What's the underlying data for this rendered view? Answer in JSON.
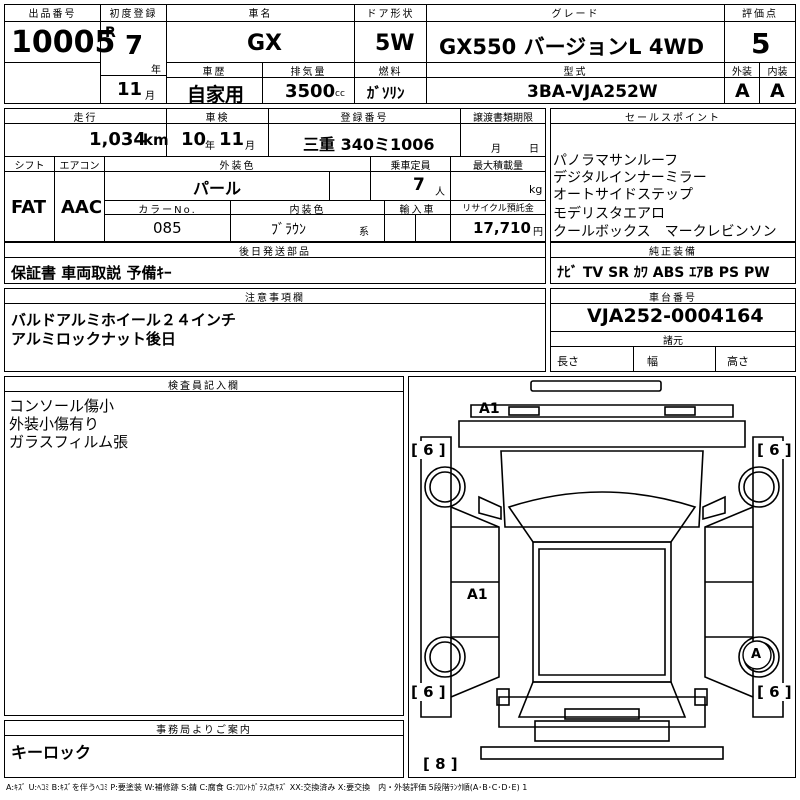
{
  "header": {
    "lot_label": "出品番号",
    "lot": "10005",
    "first_reg_label": "初度登録",
    "reg_era": "R",
    "reg_year": "7",
    "year_unit": "年",
    "reg_month": "11",
    "month_unit": "月",
    "model_label": "車名",
    "model": "GX",
    "door_label": "ドア形状",
    "door": "5W",
    "grade_label": "グレード",
    "grade": "GX550 バージョンL 4WD",
    "score_label": "評価点",
    "score": "5",
    "history_label": "車歴",
    "history": "自家用",
    "displacement_label": "排気量",
    "displacement": "3500",
    "cc": "cc",
    "fuel_label": "燃料",
    "fuel": "ｶﾞｿﾘﾝ",
    "type_label": "型式",
    "type": "3BA-VJA252W",
    "ext_label": "外装",
    "ext": "A",
    "int_label": "内装",
    "int": "A"
  },
  "row2": {
    "mileage_label": "走行",
    "mileage": "1,034",
    "km": "km",
    "inspection_label": "車検",
    "insp_year": "10",
    "insp_year_unit": "年",
    "insp_month": "11",
    "insp_month_unit": "月",
    "plate_label": "登録番号",
    "plate": "三重 340ミ1006",
    "transfer_label": "譲渡書類期限",
    "transfer_month": "月",
    "transfer_day": "日",
    "shift_label": "シフト",
    "shift": "FAT",
    "ac_label": "エアコン",
    "ac": "AAC",
    "color_label": "外装色",
    "color": "パール",
    "capacity_label": "乗車定員",
    "capacity": "7",
    "capacity_unit": "人",
    "load_label": "最大積載量",
    "load_unit": "kg",
    "color_no_label": "カラーNo.",
    "color_no": "085",
    "interior_label": "内装色",
    "interior": "ﾌﾞﾗｳﾝ",
    "interior_suffix": "系",
    "import_label": "輸入車",
    "recycle_label": "リサイクル預託金",
    "recycle": "17,710",
    "yen": "円"
  },
  "sales": {
    "label": "セールスポイント",
    "items": [
      "パノラマサンルーフ",
      "デジタルインナーミラー",
      "オートサイドステップ",
      "モデリスタエアロ",
      "クールボックス　マークレビンソン"
    ]
  },
  "later": {
    "label": "後日発送部品",
    "text": "保証書 車両取説 予備ｷｰ"
  },
  "equipment": {
    "label": "純正装備",
    "text": "ﾅﾋﾞ TV SR ｶﾜ ABS ｴｱB PS PW"
  },
  "notes": {
    "label": "注意事項欄",
    "lines": [
      "バルドアルミホイール２４インチ",
      "アルミロックナット後日"
    ]
  },
  "chassis": {
    "label": "車台番号",
    "value": "VJA252-0004164",
    "specs_label": "諸元",
    "length": "長さ",
    "width": "幅",
    "height": "高さ"
  },
  "inspector": {
    "label": "検査員記入欄",
    "lines": [
      "コンソール傷小",
      "外装小傷有り",
      "ガラスフィルム張"
    ]
  },
  "office": {
    "label": "事務局よりご案内",
    "text": "キーロック"
  },
  "diagram": {
    "marks": {
      "a1_top": "A1",
      "a1_mid": "A1",
      "a_wheel": "A",
      "br_l1": "[ 6 ]",
      "br_r1": "[ 6 ]",
      "br_l2": "[ 6 ]",
      "br_r2": "[ 6 ]",
      "br_bot": "[ 8 ]"
    }
  },
  "legend": "A:ｷｽﾞ U:ﾍｺﾐ B:ｷｽﾞを伴うﾍｺﾐ P:要塗装 W:補修跡 S:錆 C:腐食 G:ﾌﾛﾝﾄｶﾞﾗｽ点ｷｽﾞ XX:交換済み X:要交換　内・外装評価 5段階ﾗﾝｸ順(A･B･C･D･E) 1"
}
